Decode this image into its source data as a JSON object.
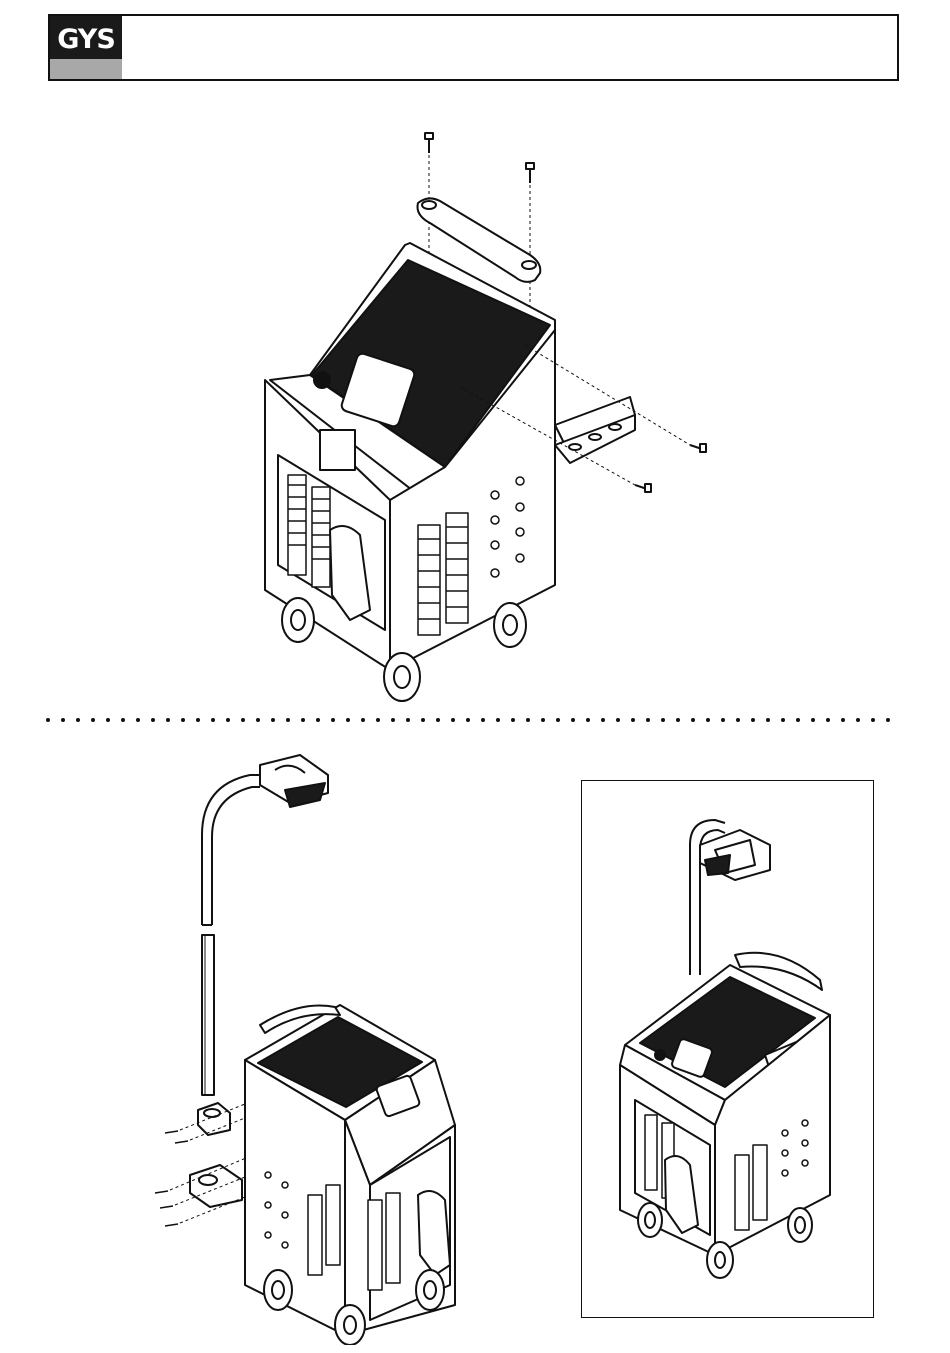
{
  "header": {
    "logo_text": "GYS",
    "logo_colors": {
      "background": "#1a1a1a",
      "band": "#a8a8a8",
      "text": "#ffffff"
    }
  },
  "figures": [
    {
      "id": "handle-and-tray-assembly",
      "icon": "exploded-view-drawing"
    },
    {
      "id": "torch-holder-assembly",
      "icon": "exploded-view-drawing"
    },
    {
      "id": "assembled-result-inset",
      "icon": "assembled-view-drawing"
    }
  ]
}
